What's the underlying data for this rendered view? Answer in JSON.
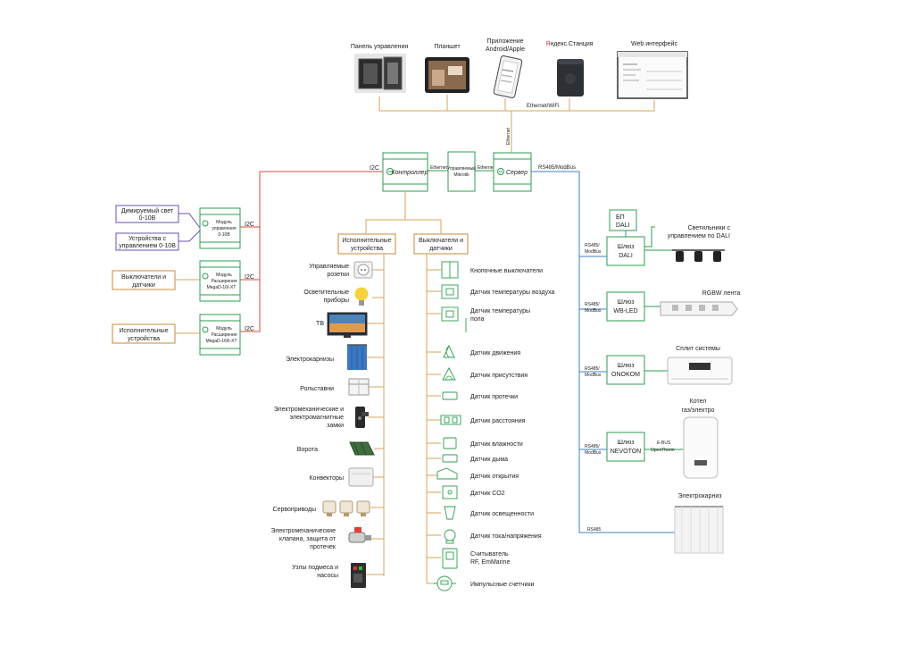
{
  "clients": {
    "panel": "Панель управления",
    "tablet": "Планшет",
    "app_line1": "Приложение",
    "app_line2": "Android/Apple",
    "yandex_y": "Я",
    "yandex_rest": "ндекс.Станция",
    "web": "Web интерфейс"
  },
  "net": {
    "ethernet_wifi": "Ethernet/WiFi",
    "ethernet_vertical": "Ethernet",
    "ethernet_left": "Ethernet",
    "ethernet_right": "Ethernet",
    "i2c_main": "I2C",
    "rs485_modbus": "RS485/ModBus"
  },
  "core": {
    "controller": "Контроллер",
    "switch_line1": "Управляемый",
    "switch_line2": "Mikrotik",
    "server": "Сервер"
  },
  "modules": [
    {
      "line1": "Модуль",
      "line2": "управления",
      "line3": "0-10В",
      "bus": "I2C"
    },
    {
      "line1": "Модуль",
      "line2": "Расширения",
      "line3": "MegaD-16I-XT",
      "bus": "I2C"
    },
    {
      "line1": "Модуль",
      "line2": "Расширения",
      "line3": "MegaD-16R-XT",
      "bus": "I2C"
    }
  ],
  "left_boxes": [
    {
      "line1": "Димируемый свет",
      "line2": "0-10В"
    },
    {
      "line1": "Устройства с",
      "line2": "управлением 0-10В"
    },
    {
      "line1": "Выключатели и",
      "line2": "датчики"
    },
    {
      "line1": "Исполнительные",
      "line2": "устройства"
    }
  ],
  "actuators": {
    "header_line1": "Исполнительные",
    "header_line2": "устройства",
    "items": [
      {
        "line1": "Управляемые",
        "line2": "розетки"
      },
      {
        "line1": "Осветительные",
        "line2": "приборы"
      },
      {
        "line1": "ТВ"
      },
      {
        "line1": "Электрокарнизы"
      },
      {
        "line1": "Рольставни"
      },
      {
        "line1": "Электромеханические и",
        "line2": "электромагнитные",
        "line3": "замки"
      },
      {
        "line1": "Ворота"
      },
      {
        "line1": "Конвекторы"
      },
      {
        "line1": "Сервоприводы"
      },
      {
        "line1": "Электромеханические",
        "line2": "клапана, защита от",
        "line3": "протечек"
      },
      {
        "line1": "Узлы подмеса и",
        "line2": "насосы"
      }
    ]
  },
  "sensors": {
    "header_line1": "Выключатели и",
    "header_line2": "датчики",
    "items": [
      {
        "line1": "Кнопочные выключатели"
      },
      {
        "line1": "Датчик температуры воздуха"
      },
      {
        "line1": "Датчик температуры",
        "line2": "пола"
      },
      {
        "line1": "Датчик движения"
      },
      {
        "line1": "Датчик присутствия"
      },
      {
        "line1": "Датчик протечки"
      },
      {
        "line1": "Датчик расстояния"
      },
      {
        "line1": "Датчик влажности"
      },
      {
        "line1": "Датчик дыма"
      },
      {
        "line1": "Датчик открытия"
      },
      {
        "line1": "Датчик CO2"
      },
      {
        "line1": "Датчик освещенности"
      },
      {
        "line1": "Датчик тока/напряжения"
      },
      {
        "line1": "Считыватель",
        "line2": "RF, EmMarine"
      },
      {
        "line1": "Импульсные счетчики"
      }
    ]
  },
  "gateways": {
    "bp_line1": "БП",
    "bp_line2": "DALI",
    "bus_line1": "RS485/",
    "bus_line2": "ModBus",
    "last_bus": "RS485",
    "items": [
      {
        "line1": "Шлюз",
        "line2": "DALI",
        "device_line1": "Светильники с",
        "device_line2": "управлением по  DALI"
      },
      {
        "line1": "Шлюз",
        "line2": "WB-LED",
        "device_line1": "RGBW лента",
        "device_line2": ""
      },
      {
        "line1": "Шлюз",
        "line2": "ONOKOM",
        "device_line1": "Сплит системы",
        "device_line2": ""
      },
      {
        "line1": "Шлюз",
        "line2": "NEVOTON",
        "device_line1": "Котел",
        "device_line2": "газ/электро"
      }
    ],
    "ebus_line1": "E-BUS",
    "ebus_line2": "OpenTherm",
    "curtain": "Электрокарниз"
  }
}
